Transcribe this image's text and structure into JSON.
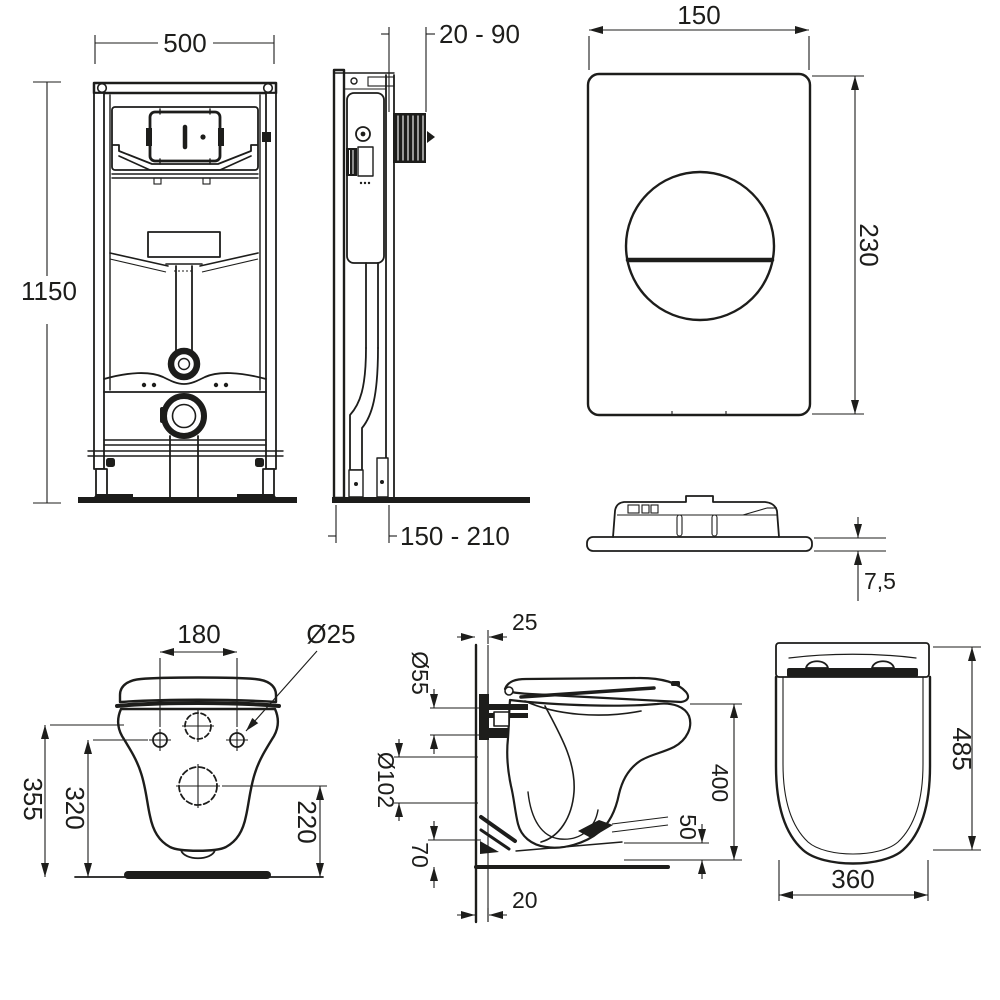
{
  "drawing": {
    "type": "technical-dimension-diagram",
    "subject": "wall-hung toilet installation set: concealed cistern frame, flush plate and toilet pan",
    "colors": {
      "line": "#1d1d1b",
      "background": "#ffffff"
    },
    "labels": {
      "frame_width": "500",
      "frame_height": "1150",
      "frame_depth_top": "20 - 90",
      "frame_depth_bottom": "150 - 210",
      "plate_width": "150",
      "plate_height": "230",
      "plate_thickness": "7,5",
      "pan_bolt_spacing": "180",
      "pan_bolt_diameter": "Ø25",
      "pan_height_total": "355",
      "pan_height_bolts": "320",
      "pan_height_outlet": "220",
      "pan_wall_offset_top": "25",
      "pan_inlet_diameter": "Ø55",
      "pan_outlet_diameter": "Ø102",
      "pan_underside_height": "70",
      "pan_outlet_height": "50",
      "pan_side_height": "400",
      "pan_wall_offset_bottom": "20",
      "pan_top_depth": "485",
      "pan_top_width": "360"
    }
  }
}
